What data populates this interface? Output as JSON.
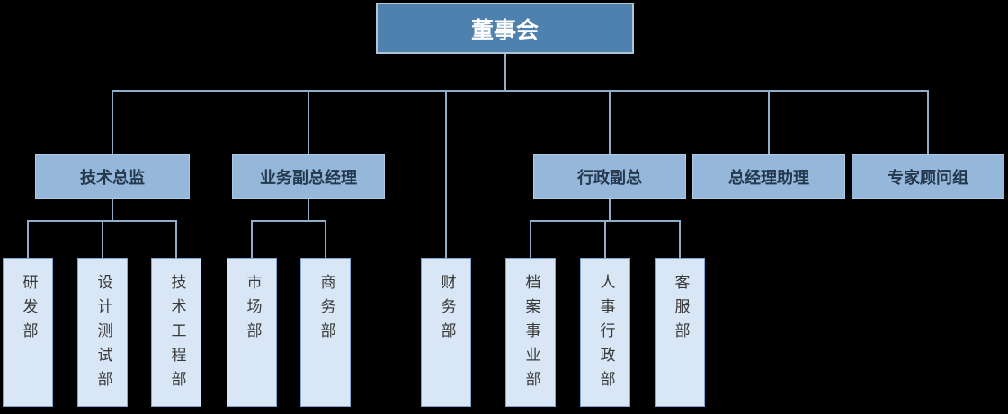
{
  "org_chart": {
    "title": "organization-chart",
    "root": {
      "label": "董事会"
    },
    "level2": [
      {
        "label": "技术总监"
      },
      {
        "label": "业务副总经理"
      },
      {
        "label": "行政副总"
      },
      {
        "label": "总经理助理"
      },
      {
        "label": "专家顾问组"
      }
    ],
    "level3": [
      {
        "label": "研发部",
        "parent": "技术总监"
      },
      {
        "label": "设计测试部",
        "parent": "技术总监"
      },
      {
        "label": "技术工程部",
        "parent": "技术总监"
      },
      {
        "label": "市场部",
        "parent": "业务副总经理"
      },
      {
        "label": "商务部",
        "parent": "业务副总经理"
      },
      {
        "label": "财务部",
        "parent": "董事会"
      },
      {
        "label": "档案事业部",
        "parent": "行政副总"
      },
      {
        "label": "人事行政部",
        "parent": "行政副总"
      },
      {
        "label": "客服部",
        "parent": "行政副总"
      }
    ],
    "colors": {
      "background": "#000000",
      "root_fill": "#4E81AE",
      "root_border": "#AFC5D4",
      "root_text": "#FFFFFF",
      "level2_fill": "#95B8DA",
      "level2_text": "#24384E",
      "level3_fill": "#D8E6F6",
      "level3_border": "#7FA7D1",
      "level3_text": "#3A3A3A",
      "connector": "#90AECA"
    }
  }
}
